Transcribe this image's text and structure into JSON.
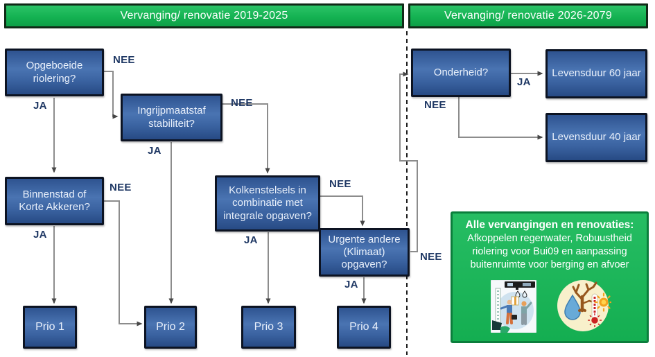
{
  "headers": {
    "left": "Vervanging/ renovatie 2019-2025",
    "right": "Vervanging/ renovatie 2026-2079"
  },
  "nodes": {
    "opgeboeide": "Opgeboeide riolering?",
    "ingrijpmaatstaf": "Ingrijpmaatstaf stabiliteit?",
    "binnenstad": "Binnenstad of Korte Akkeren?",
    "kolkenstelsels": "Kolkenstelsels in combinatie met integrale opgaven?",
    "urgente": "Urgente andere (Klimaat) opgaven?",
    "prio1": "Prio 1",
    "prio2": "Prio 2",
    "prio3": "Prio 3",
    "prio4": "Prio 4",
    "onderheid": "Onderheid?",
    "levensduur60": "Levensduur 60 jaar",
    "levensduur40": "Levensduur 40 jaar"
  },
  "edge_labels": {
    "opgeboeide_ja": "JA",
    "opgeboeide_nee": "NEE",
    "ingrijpmaatstaf_ja": "JA",
    "ingrijpmaatstaf_nee": "NEE",
    "binnenstad_ja": "JA",
    "binnenstad_nee": "NEE",
    "kolkenstelsels_ja": "JA",
    "kolkenstelsels_nee": "NEE",
    "urgente_ja": "JA",
    "urgente_nee": "NEE",
    "onderheid_ja": "JA",
    "onderheid_nee": "NEE"
  },
  "info_box": {
    "title": "Alle vervangingen en renovaties:",
    "body": "Afkoppelen regenwater, Robuustheid riolering voor Bui09 en aanpassing buitenruimte voor berging en afvoer"
  },
  "icons": {
    "left_illustration": "pipe-leak-people-illustration",
    "right_illustration": "climate-drop-tree-thermometer-sun-icon"
  },
  "colors": {
    "header_green": "#14b252",
    "info_green": "#14ae51",
    "node_blue": "#3a62a0",
    "node_border": "#0c1322",
    "label_navy": "#1f3864",
    "connector_gray": "#8c8c8c"
  }
}
